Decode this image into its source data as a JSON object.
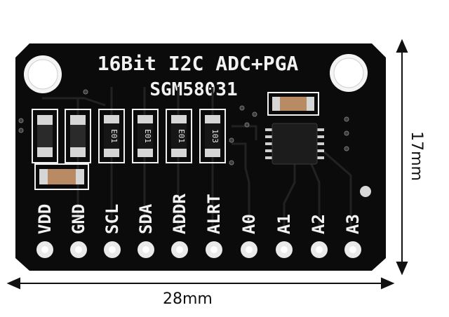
{
  "board": {
    "title": "16Bit I2C ADC+PGA",
    "chip_name": "SGM58031",
    "pins": [
      {
        "label": "VDD"
      },
      {
        "label": "GND"
      },
      {
        "label": "SCL"
      },
      {
        "label": "SDA"
      },
      {
        "label": "ADDR"
      },
      {
        "label": "ALRT"
      },
      {
        "label": "A0"
      },
      {
        "label": "A1"
      },
      {
        "label": "A2"
      },
      {
        "label": "A3"
      }
    ],
    "resistor_codes": [
      "E01",
      "E01",
      "E01",
      "103"
    ]
  },
  "dimensions": {
    "width_label": "28mm",
    "height_label": "17mm"
  },
  "colors": {
    "pcb": "#0b0b0b",
    "silkscreen": "#f2f2f2",
    "pad": "#e9e9e9",
    "capacitor": "#b88b64",
    "chip": "#1c1c1c"
  }
}
